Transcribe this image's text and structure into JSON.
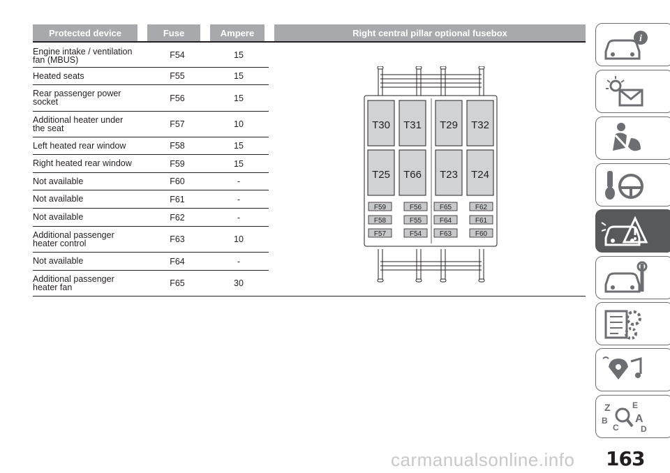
{
  "table": {
    "headers": {
      "device": "Protected device",
      "fuse": "Fuse",
      "ampere": "Ampere",
      "box": "Right central pillar optional fusebox"
    },
    "rows": [
      {
        "device": "Engine intake / ventilation fan (MBUS)",
        "fuse": "F54",
        "ampere": "15"
      },
      {
        "device": "Heated seats",
        "fuse": "F55",
        "ampere": "15"
      },
      {
        "device": "Rear passenger power socket",
        "fuse": "F56",
        "ampere": "15"
      },
      {
        "device": "Additional heater under the seat",
        "fuse": "F57",
        "ampere": "10"
      },
      {
        "device": "Left heated rear window",
        "fuse": "F58",
        "ampere": "15"
      },
      {
        "device": "Right heated rear window",
        "fuse": "F59",
        "ampere": "15"
      },
      {
        "device": "Not available",
        "fuse": "F60",
        "ampere": "-"
      },
      {
        "device": "Not available",
        "fuse": "F61",
        "ampere": "-"
      },
      {
        "device": "Not available",
        "fuse": "F62",
        "ampere": "-"
      },
      {
        "device": "Additional passenger heater control",
        "fuse": "F63",
        "ampere": "10"
      },
      {
        "device": "Not available",
        "fuse": "F64",
        "ampere": "-"
      },
      {
        "device": "Additional passenger heater fan",
        "fuse": "F65",
        "ampere": "30"
      }
    ]
  },
  "fusebox": {
    "relays_top": [
      "T30",
      "T31",
      "T29",
      "T32"
    ],
    "relays_bottom": [
      "T25",
      "T66",
      "T23",
      "T24"
    ],
    "fuse_rows": [
      [
        "F59",
        "F56",
        "F65",
        "F62"
      ],
      [
        "F58",
        "F55",
        "F64",
        "F61"
      ],
      [
        "F57",
        "F54",
        "F63",
        "F60"
      ]
    ]
  },
  "sidebar": {
    "tabs": [
      {
        "icon": "car-info-icon"
      },
      {
        "icon": "warning-lights-message-icon"
      },
      {
        "icon": "seatbelt-airbag-icon"
      },
      {
        "icon": "key-steering-wheel-icon"
      },
      {
        "icon": "car-emergency-icon",
        "active": true
      },
      {
        "icon": "car-maintenance-icon"
      },
      {
        "icon": "technical-data-icon"
      },
      {
        "icon": "multimedia-icon"
      },
      {
        "icon": "index-icon"
      }
    ]
  },
  "page_number": "163",
  "watermark": "carmanualsonline.info",
  "colors": {
    "header_bg": "#a7a9ac",
    "active_tab": "#58595b",
    "fuse_fill": "#c7c8ca"
  }
}
